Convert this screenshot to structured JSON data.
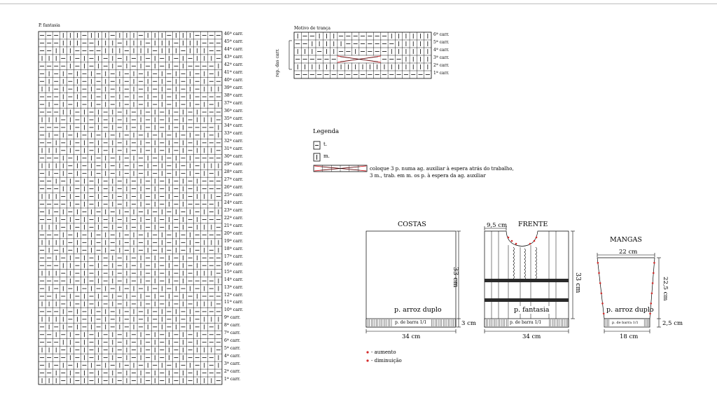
{
  "chart_fantasia": {
    "title": "P. fantasia",
    "columns": 26,
    "rows": [
      {
        "label": "46ª carr.",
        "pattern": "TTTMMMTMMMTMMMTMMMTMMMTTTT"
      },
      {
        "label": "45ª carr.",
        "pattern": "TTTMMMTTMMMTMMMTMMMTMMMTTT"
      },
      {
        "label": "44ª carr.",
        "pattern": "TTMMMTTTTMMMTMMMTMMMTMMMTT"
      },
      {
        "label": "43ª carr.",
        "pattern": "MMMTMTMTMTMTMTMTMTMTMTMMMT"
      },
      {
        "label": "42ª carr.",
        "pattern": "TTTTMTMTMTMTMTMTMTMTMTTTTM"
      },
      {
        "label": "41ª carr.",
        "pattern": "TMTMTMTMTMTMTMTMTMTMTMTMTM"
      },
      {
        "label": "40ª carr.",
        "pattern": "TMTMTMTMTMTMTMTMTMTMTMTMTT"
      },
      {
        "label": "39ª carr.",
        "pattern": "MMTMTMTMTMTMTMTMTMTMTMTMMM"
      },
      {
        "label": "38ª carr.",
        "pattern": "TTTMTMTMTMTMTMTMTMTMTMTTTT"
      },
      {
        "label": "37ª carr.",
        "pattern": "TMTMTMTMTMTMTMTMTMTMTMTMTM"
      },
      {
        "label": "36ª carr.",
        "pattern": "TTTMMTMTMTMTMTMTMTMTMTMTTT"
      },
      {
        "label": "35ª carr.",
        "pattern": "MMMTMTMTMTMTMTMTMTMTMTMMMT"
      },
      {
        "label": "34ª carr.",
        "pattern": "TTTTMTMTMTMTMTMTMTMTMTTTTM"
      },
      {
        "label": "33ª carr.",
        "pattern": "TMTMTMTMTMTMTMTMTMTMTMTMTM"
      },
      {
        "label": "32ª carr.",
        "pattern": "TTMTMTMTMTMTMTMTMTMTMTMTTT"
      },
      {
        "label": "31ª carr.",
        "pattern": "MMMTMTMTMTMTMTMTMTMTMTMMMT"
      },
      {
        "label": "30ª carr.",
        "pattern": "TTTMTMTMTMTMTMTMTMTMTMTTTT"
      },
      {
        "label": "29ª carr.",
        "pattern": "MMMMTMTMTMTMTMTMTMTMTMTMMM"
      },
      {
        "label": "28ª carr.",
        "pattern": "TMTMTMTMTMTMTMTMTMTMTMTMTM"
      },
      {
        "label": "27ª carr.",
        "pattern": "TTMTMTMTMTMTMTMTMTMTMTMTTT"
      },
      {
        "label": "26ª carr.",
        "pattern": "TTTMMTMTMTMTMTMTMTMTMTMTTT"
      },
      {
        "label": "25ª carr.",
        "pattern": "MMMTMTMTMTMTMTMTMTMTMTMMMT"
      },
      {
        "label": "24ª carr.",
        "pattern": "TTTTMTMTMTMTMTMTMTMTMTTTTM"
      },
      {
        "label": "23ª carr.",
        "pattern": "TMTMTMTMTMTMTMTMTMTMTMTMTM"
      },
      {
        "label": "22ª carr.",
        "pattern": "TTMTMTMTMTMTMTMTMTMTMTMTTT"
      },
      {
        "label": "21ª carr.",
        "pattern": "MMMTMTMTMTMTMTMTMTMTMTMMMT"
      },
      {
        "label": "20ª carr.",
        "pattern": "TTTMTMTMTMTMTMTMTMTMTMTTTT"
      },
      {
        "label": "19ª carr.",
        "pattern": "MMMMTMTMTMTMTMTMTMTMTMTMMM"
      },
      {
        "label": "18ª carr.",
        "pattern": "TMTMTMTMTMTMTMTMTMTMTMTMTM"
      },
      {
        "label": "17ª carr.",
        "pattern": "TTMTMTMTMTMTMTMTMTMTMTMTTT"
      },
      {
        "label": "16ª carr.",
        "pattern": "TTTMMTMTMTMTMTMTMTMTMTMTTT"
      },
      {
        "label": "15ª carr.",
        "pattern": "MMMTMTMTMTMTMTMTMTMTMTMMMT"
      },
      {
        "label": "14ª carr.",
        "pattern": "TTTTMTMTMTMTMTMTMTMTMTTTTM"
      },
      {
        "label": "13ª carr.",
        "pattern": "TMTMTMTMTMTMTMTMTMTMTMTMTM"
      },
      {
        "label": "12ª carr.",
        "pattern": "TTMTMTMTMTMTMTMTMTMTMTMTTT"
      },
      {
        "label": "11ª carr.",
        "pattern": "MMMTMTMTMTMTMTMTMTMTMTMMMT"
      },
      {
        "label": "10ª carr.",
        "pattern": "TTTMTMTMTMTMTMTMTMTMTMTTTT"
      },
      {
        "label": "9ª carr.",
        "pattern": "MMMMTMTMTMTMTMTMTMTMTMTMMM"
      },
      {
        "label": "8ª carr.",
        "pattern": "TMTMTMTMTMTMTMTMTMTMTMTMTM"
      },
      {
        "label": "7ª carr.",
        "pattern": "TTMTMTMTMTMTMTMTMTMTMTMTTT"
      },
      {
        "label": "6ª carr.",
        "pattern": "TTTMMTMTMTMTMTMTMTMTMTMTTT"
      },
      {
        "label": "5ª carr.",
        "pattern": "MMMTMTMTMTMTMTMTMTMTMTMMMT"
      },
      {
        "label": "4ª carr.",
        "pattern": "TTTTMTMTMTMTMTMTMTMTMTTTTM"
      },
      {
        "label": "3ª carr.",
        "pattern": "TMTMTMTMTMTMTMTMTMTMTMTMTM"
      },
      {
        "label": "2ª carr.",
        "pattern": "TTMTMTMTMTMTMTMTMTMTMTMTTT"
      },
      {
        "label": "1ª carr.",
        "pattern": "MMMTMTMTMTMTMTMTMTMTMTMMMT"
      }
    ]
  },
  "chart_tranca": {
    "title": "Motivo de trança",
    "side_label": "rep. das carr.",
    "columns": 19,
    "rows": [
      {
        "label": "6ª carr.",
        "pattern": "MTTMMMTTTTTTTMMMMMM",
        "cable": false
      },
      {
        "label": "5ª carr.",
        "pattern": "TTMMMMMTTTTTTTMMMMM",
        "cable": false
      },
      {
        "label": "4ª carr.",
        "pattern": "MMMTMMTTMTTTTMMMMMM",
        "cable": false
      },
      {
        "label": "3ª carr.",
        "pattern": "TTTTTTTTTTTTTTTMMMM",
        "cable": true
      },
      {
        "label": "2ª carr.",
        "pattern": "MMMMMMMMMMMMMMMMMMM",
        "cable": false
      },
      {
        "label": "1ª carr.",
        "pattern": "TTTTTTTTTTTTTTTTTTT",
        "cable": false
      }
    ]
  },
  "legend": {
    "title": "Legenda",
    "items": [
      {
        "symbol": "T",
        "text": "t."
      },
      {
        "symbol": "M",
        "text": "m."
      }
    ],
    "cable_line1": "coloque 3 p. numa ag. auxiliar à espera atrás do trabalho,",
    "cable_line2": "3 m., trab. em m. os p. à espera da ag. auxiliar"
  },
  "schematics": {
    "costas": {
      "title": "COSTAS",
      "height": "33 cm",
      "pattern": "p. arroz duplo",
      "border": "p. de barra 1/1",
      "border_height": "3 cm",
      "width": "34 cm"
    },
    "frente": {
      "title": "FRENTE",
      "neck": "9,5 cm",
      "height": "33 cm",
      "pattern": "p. fantasia",
      "border": "p. de barra 1/1",
      "width": "34 cm"
    },
    "mangas": {
      "title": "MANGAS",
      "top": "22 cm",
      "height": "22,5 cm",
      "pattern": "p. arroz duplo",
      "border": "p. de barra 1/1",
      "border_height": "2,5 cm",
      "width": "18 cm"
    }
  },
  "notes": {
    "aumento": "- aumento",
    "diminuicao": "- diminuição"
  },
  "colors": {
    "ink": "#000000",
    "cable": "#e0333a",
    "mark": "#d42a2a",
    "rule": "#bdbdbd"
  }
}
